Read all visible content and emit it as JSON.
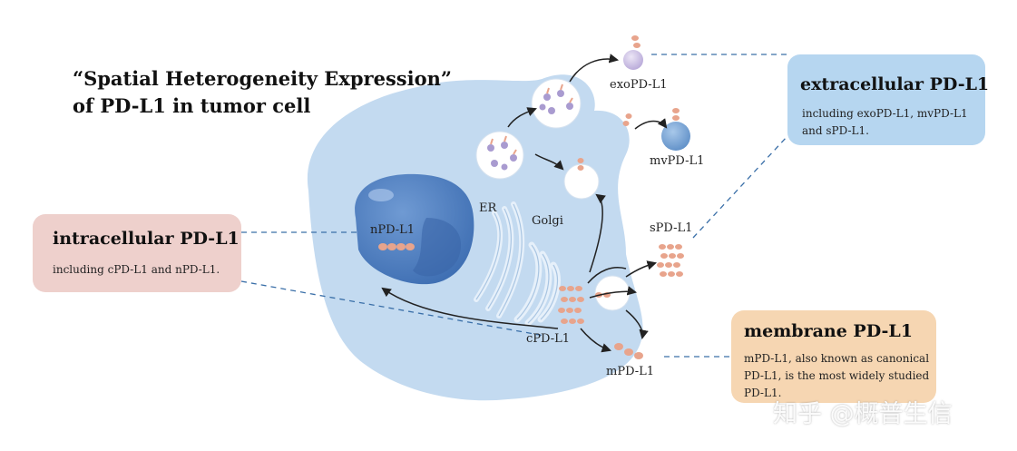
{
  "title": {
    "line1": "“Spatial Heterogeneity Expression”",
    "line2": "of PD-L1 in tumor cell"
  },
  "boxes": {
    "intracellular": {
      "title": "intracellular PD-L1",
      "desc": "including cPD-L1 and nPD-L1."
    },
    "extracellular": {
      "title": "extracellular PD-L1",
      "desc": "including exoPD-L1, mvPD-L1 and sPD-L1."
    },
    "membrane": {
      "title": "membrane PD-L1",
      "desc": "mPD-L1, also known as canonical PD-L1, is the most widely studied PD-L1."
    }
  },
  "labels": {
    "exo": "exoPD-L1",
    "mv": "mvPD-L1",
    "s": "sPD-L1",
    "n": "nPD-L1",
    "er": "ER",
    "golgi": "Golgi",
    "c": "cPD-L1",
    "m": "mPD-L1"
  },
  "watermark": "知乎 @概普生信",
  "colors": {
    "cell": "#c3daf0",
    "nucleus": "#4f7fc1",
    "organelle": "#d9e8f5",
    "pdl1": "#e8a48c",
    "vesicle_protein": "#a99bd0",
    "intracellular_box": "#eed0cc",
    "extracellular_box": "#b6d6f0",
    "membrane_box": "#f6d6b2"
  }
}
